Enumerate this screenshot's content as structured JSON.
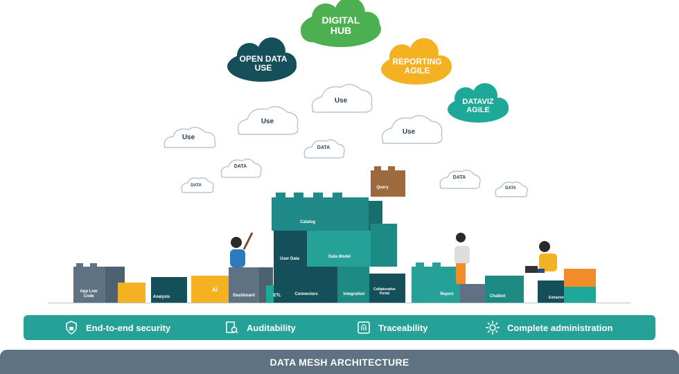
{
  "big_clouds": {
    "digital_hub": {
      "line1": "DIGITAL",
      "line2": "HUB",
      "color": "#4caf50"
    },
    "open_data_use": {
      "line1": "OPEN DATA",
      "line2": "USE",
      "color": "#15505a"
    },
    "reporting_agile": {
      "line1": "REPORTING",
      "line2": "AGILE",
      "color": "#f4b223"
    },
    "dataviz_agile": {
      "line1": "DATAVIZ",
      "line2": "AGILE",
      "color": "#1ea89a"
    }
  },
  "small_clouds": {
    "use": "Use",
    "data": "DATA"
  },
  "blocks": {
    "app_low_code": "App Low Code",
    "analysis": "Analysis",
    "ai": "AI",
    "dashboard": "Dashboard",
    "etl": "ETL",
    "catalog": "Catalog",
    "user_data": "User Data",
    "data_model": "Data Model",
    "connectors": "Connectors",
    "integration": "Integration",
    "collaborative_portal": "Collaborative Portal",
    "query": "Query",
    "report": "Report",
    "chatbot": "Chatbot",
    "extractor": "Extractor"
  },
  "features": [
    {
      "label": "End-to-end security",
      "icon": "shield-lock-icon"
    },
    {
      "label": "Auditability",
      "icon": "document-search-icon"
    },
    {
      "label": "Traceability",
      "icon": "fingerprint-icon"
    },
    {
      "label": "Complete administration",
      "icon": "gear-icon"
    }
  ],
  "footer": {
    "title": "DATA MESH ARCHITECTURE"
  },
  "colors": {
    "teal": "#26a197",
    "dark_teal": "#15505a",
    "slate": "#5e7283",
    "yellow": "#f4b223",
    "orange": "#f28c28",
    "green": "#4caf50",
    "brown": "#9c6a3c"
  }
}
